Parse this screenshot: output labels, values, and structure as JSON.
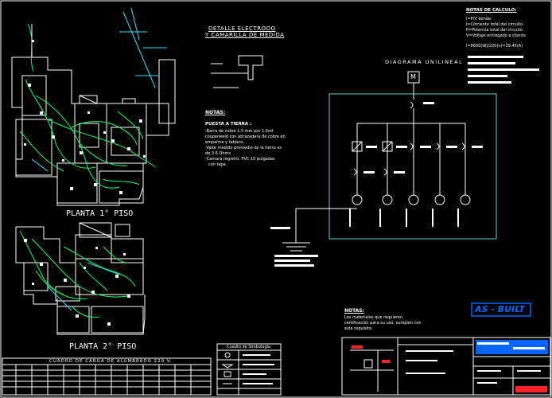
{
  "electrode_detail": {
    "title_line1": "DETALLE ELECTRODO",
    "title_line2": "Y CAMARILLA DE MEDIDA"
  },
  "notes_grounding": {
    "heading": "NOTAS:",
    "subheading": "PUESTA A TIERRA :",
    "lines": [
      "-Barra de cobre 1.5 mm por 1.5mt",
      "cooperweld con abrazadera de cobre en",
      "empalme y tablero.",
      "-Valor medido promedio de la tierra es",
      "de 3.6 Ohms",
      "-Camara registro: PVC 10 pulgadas",
      "con tapa."
    ]
  },
  "calc_notes": {
    "heading": "NOTAS DE CALCULO:",
    "lines": [
      "I=P/V donde:",
      "I=Corriente total del circuito.",
      "P=Potencia total del circuito.",
      "V=Voltaje entregado a cliente"
    ],
    "formula": "I=8600(W)/220(v)=39.45(A)"
  },
  "single_line": {
    "title": "DIAGRAMA UNILINEAL",
    "meter_label": "M"
  },
  "floor_plans": {
    "first": "PLANTA 1° PISO",
    "second": "PLANTA 2° PISO"
  },
  "load_table": {
    "title": "CUADRO DE CARGA DE ALUMBRADO 220 V."
  },
  "symbology": {
    "title": "Cuadro de Simbología"
  },
  "notes_materials": {
    "heading": "NOTAS:",
    "lines": [
      "Los materiales que requieren",
      "certificación para su uso, cumplen con",
      "este requisito."
    ]
  },
  "stamp": {
    "text": "AS - BUILT"
  },
  "colors": {
    "background": "#000000",
    "wire_green": "#00ff66",
    "wire_cyan": "#33ddff",
    "accent_blue": "#0066ff",
    "accent_red": "#ff2222",
    "panel_border": "#66cccc"
  }
}
